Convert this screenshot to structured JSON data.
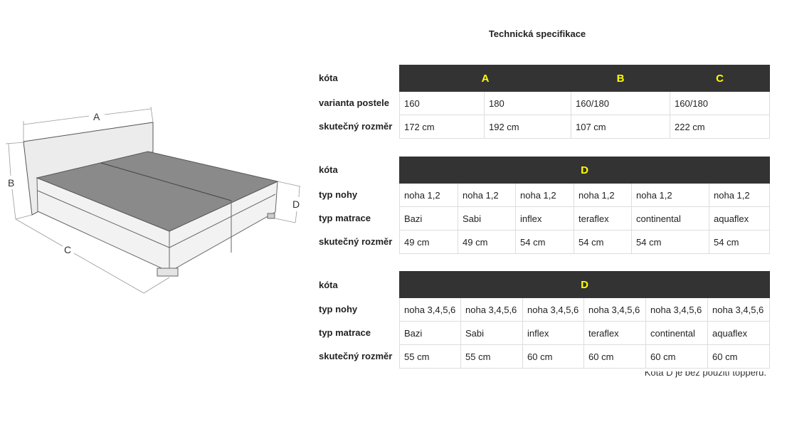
{
  "title": "Technická specifikace",
  "diagram": {
    "labels": [
      "A",
      "B",
      "C",
      "D"
    ]
  },
  "row_labels": {
    "kota": "kóta",
    "varianta": "varianta postele",
    "rozmer": "skutečný rozměr",
    "noha": "typ nohy",
    "matrace": "typ matrace"
  },
  "table1": {
    "headers": [
      "A",
      "B",
      "C"
    ],
    "varianta": [
      "160",
      "180",
      "160/180",
      "160/180"
    ],
    "rozmer": [
      "172 cm",
      "192 cm",
      "107 cm",
      "222 cm"
    ]
  },
  "table2": {
    "header": "D",
    "noha": [
      "noha 1,2",
      "noha 1,2",
      "noha 1,2",
      "noha 1,2",
      "noha 1,2",
      "noha 1,2"
    ],
    "matrace": [
      "Bazi",
      "Sabi",
      "inflex",
      "teraflex",
      "continental",
      "aquaflex"
    ],
    "rozmer": [
      "49 cm",
      "49 cm",
      "54 cm",
      "54 cm",
      "54 cm",
      "54 cm"
    ]
  },
  "table3": {
    "header": "D",
    "noha": [
      "noha 3,4,5,6",
      "noha 3,4,5,6",
      "noha 3,4,5,6",
      "noha 3,4,5,6",
      "noha 3,4,5,6",
      "noha 3,4,5,6"
    ],
    "matrace": [
      "Bazi",
      "Sabi",
      "inflex",
      "teraflex",
      "continental",
      "aquaflex"
    ],
    "rozmer": [
      "55 cm",
      "55 cm",
      "60 cm",
      "60 cm",
      "60 cm",
      "60 cm"
    ]
  },
  "note": "Kóta D je bez použití topperu."
}
